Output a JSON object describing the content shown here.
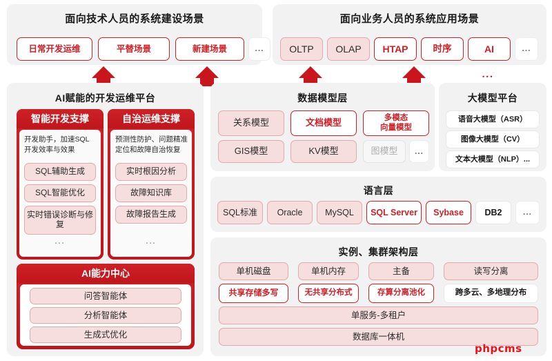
{
  "top_left_panel": {
    "title": "面向技术人员的系统建设场景",
    "chips": [
      {
        "label": "日常开发运维",
        "style": "redline"
      },
      {
        "label": "平替场景",
        "style": "redline"
      },
      {
        "label": "新建场景",
        "style": "redline"
      },
      {
        "label": "...",
        "style": "dots"
      }
    ]
  },
  "top_right_panel": {
    "title": "面向业务人员的系统应用场景",
    "chips": [
      {
        "label": "OLTP",
        "style": "pink"
      },
      {
        "label": "OLAP",
        "style": "pink"
      },
      {
        "label": "HTAP",
        "style": "redline"
      },
      {
        "label": "时序",
        "style": "redline"
      },
      {
        "label": "AI",
        "style": "redline"
      },
      {
        "label": "...",
        "style": "dots"
      }
    ],
    "trailing_ellipsis": "..."
  },
  "devops_platform": {
    "title": "AI赋能的开发运维平台",
    "columns": [
      {
        "header": "智能开发支撑",
        "description": "开发助手，加速SQL开发效率与效果",
        "items": [
          "SQL辅助生成",
          "SQL智能优化",
          "实时错误诊断与修复"
        ],
        "ellipsis": "..."
      },
      {
        "header": "自治运维支撑",
        "description": "预测性防护、问题精准定位和故障自治恢复",
        "items": [
          "实时根因分析",
          "故障知识库",
          "故障报告生成"
        ],
        "ellipsis": "..."
      }
    ]
  },
  "ai_capability_center": {
    "title": "AI能力中心",
    "items": [
      "问答智能体",
      "分析智能体",
      "生成式优化"
    ]
  },
  "data_model_layer": {
    "title": "数据模型层",
    "row1": [
      {
        "label": "关系模型",
        "style": "pink"
      },
      {
        "label": "文档模型",
        "style": "redline"
      },
      {
        "label": "多模态\n向量模型",
        "style": "redline"
      }
    ],
    "row2": [
      {
        "label": "GIS模型",
        "style": "pink"
      },
      {
        "label": "KV模型",
        "style": "pink"
      },
      {
        "label": "图模型",
        "style": "muted"
      },
      {
        "label": "...",
        "style": "dots"
      }
    ]
  },
  "large_model_platform": {
    "title": "大模型平台",
    "items": [
      "语音大模型（ASR）",
      "图像大模型（CV）",
      "文本大模型（NLP）..."
    ]
  },
  "language_layer": {
    "title": "语言层",
    "chips": [
      {
        "label": "SQL标准",
        "style": "pink"
      },
      {
        "label": "Oracle",
        "style": "pink"
      },
      {
        "label": "MySQL",
        "style": "pink"
      },
      {
        "label": "SQL Server",
        "style": "redline"
      },
      {
        "label": "Sybase",
        "style": "redline"
      },
      {
        "label": "DB2",
        "style": "plain"
      },
      {
        "label": "...",
        "style": "dots"
      }
    ]
  },
  "cluster_layer": {
    "title": "实例、集群架构层",
    "row1": [
      {
        "label": "单机磁盘",
        "style": "pink"
      },
      {
        "label": "单机内存",
        "style": "pink"
      },
      {
        "label": "主备",
        "style": "pink"
      },
      {
        "label": "读写分离",
        "style": "pink"
      }
    ],
    "row2": [
      {
        "label": "共享存储多写",
        "style": "redline"
      },
      {
        "label": "无共享分布式",
        "style": "redline"
      },
      {
        "label": "存算分离池化",
        "style": "redline"
      },
      {
        "label": "跨多云、多地理分布",
        "style": "plain"
      }
    ],
    "row3": [
      {
        "label": "单服务-多租户",
        "style": "pink"
      }
    ],
    "row4": [
      {
        "label": "数据库一体机",
        "style": "pink"
      }
    ]
  },
  "arrows": {
    "icon": "arrow-up-icon",
    "count": 4
  },
  "watermark": {
    "text": "phpcms"
  },
  "colors": {
    "brand_red": "#cf2027",
    "deep_red": "#c9151c",
    "pink_fill": "#f6dede",
    "panel_bg": "#f2f2f2"
  }
}
